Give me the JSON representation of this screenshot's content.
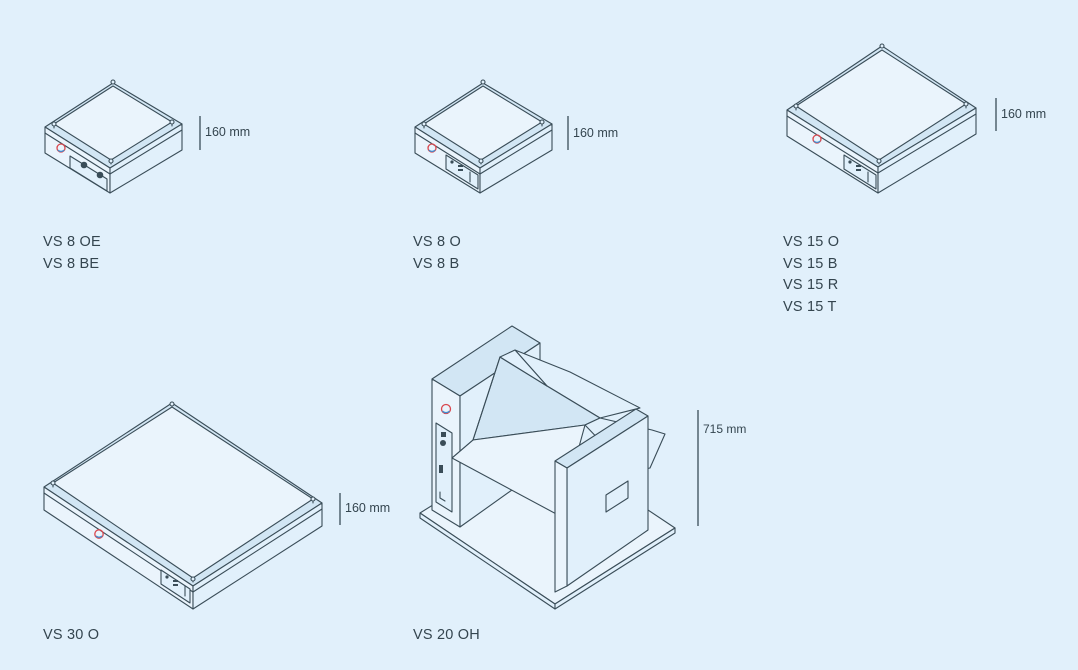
{
  "groups": [
    {
      "models": [
        "VS 8 OE",
        "VS 8 BE"
      ],
      "height": "160 mm",
      "icon": "vacuum-oven-small-with-knobs"
    },
    {
      "models": [
        "VS 8 O",
        "VS 8 B"
      ],
      "height": "160 mm",
      "icon": "vacuum-oven-small-with-panel"
    },
    {
      "models": [
        "VS 15 O",
        "VS 15 B",
        "VS 15 R",
        "VS 15 T"
      ],
      "height": "160 mm",
      "icon": "vacuum-oven-medium"
    },
    {
      "models": [
        "VS 30 O"
      ],
      "height": "160 mm",
      "icon": "vacuum-oven-large"
    },
    {
      "models": [
        "VS 20 OH"
      ],
      "height": "715 mm",
      "icon": "tilting-vacuum-oven"
    }
  ],
  "colors": {
    "background": "#e1f0fb",
    "line": "#3a4d58",
    "indicator_red": "#d9474e",
    "indicator_blue": "#3f8fd1"
  }
}
